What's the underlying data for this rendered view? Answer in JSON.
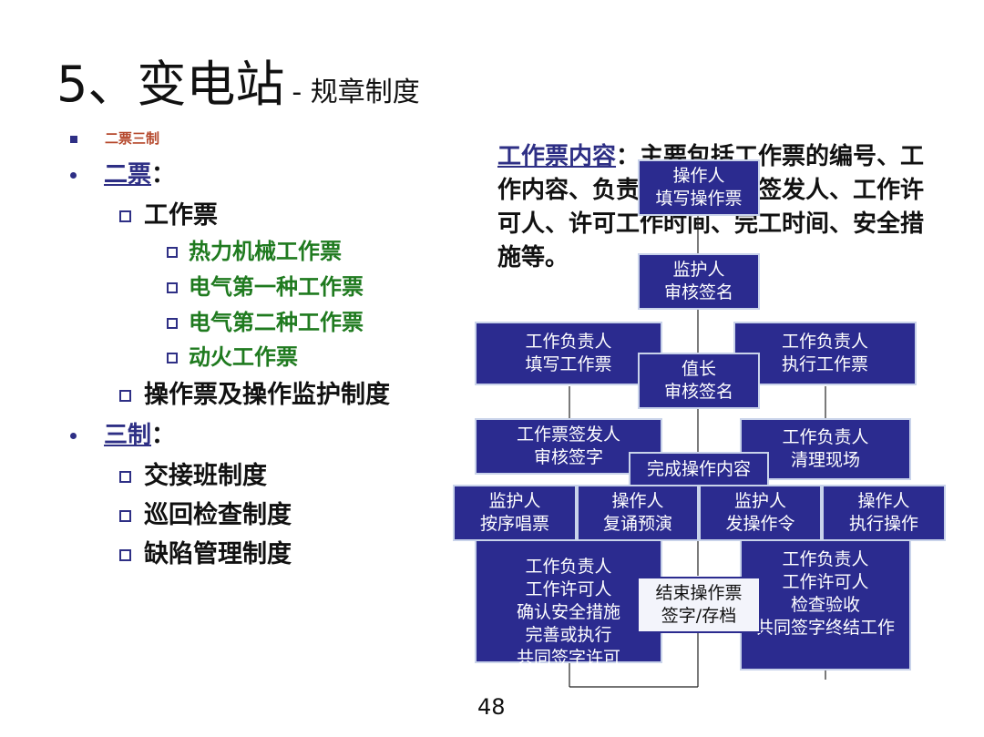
{
  "title": {
    "main": "5、变电站",
    "sub": "- 规章制度"
  },
  "outline": {
    "intro": "二票三制",
    "two_tickets": {
      "label": "二票",
      "colon": "："
    },
    "work_ticket": "工作票",
    "work_ticket_types": [
      "热力机械工作票",
      "电气第一种工作票",
      "电气第二种工作票",
      "动火工作票"
    ],
    "operation_ticket": "操作票及操作监护制度",
    "three_systems": {
      "label": "三制",
      "colon": "："
    },
    "systems": [
      "交接班制度",
      "巡回检查制度",
      "缺陷管理制度"
    ]
  },
  "note": {
    "head": "工作票内容",
    "body": "：主要包括工作票的编号、工作内容、负责人、工作票签发人、工作许可人、许可工作时间、完工时间、安全措施等。"
  },
  "flow": {
    "op_fill": [
      "操作人",
      "填写操作票"
    ],
    "guardian_sign": [
      "监护人",
      "审核签名"
    ],
    "leader_fill": [
      "工作负责人",
      "填写工作票"
    ],
    "leader_exec": [
      "工作负责人",
      "执行工作票"
    ],
    "duty_chief": [
      "值长",
      "审核签名"
    ],
    "issuer_sign": [
      "工作票签发人",
      "审核签字"
    ],
    "leader_clean": [
      "工作负责人",
      "清理现场"
    ],
    "finish_op": [
      "完成操作内容"
    ],
    "guardian_read": [
      "监护人",
      "按序唱票"
    ],
    "op_repeat": [
      "操作人",
      "复诵预演"
    ],
    "guardian_order": [
      "监护人",
      "发操作令"
    ],
    "op_execute": [
      "操作人",
      "执行操作"
    ],
    "permit_confirm": [
      "工作负责人",
      "工作许可人",
      "确认安全措施",
      "完善或执行",
      "共同签字许可"
    ],
    "permit_accept": [
      "工作负责人",
      "工作许可人",
      "检查验收",
      "共同签字终结工作"
    ],
    "end_ticket": [
      "结束操作票",
      "签字/存档"
    ]
  },
  "page_number": "48",
  "colors": {
    "accent": "#2e2f85",
    "box_fill": "#2b2b8f",
    "green": "#1f7a1f",
    "red": "#b5472b"
  }
}
